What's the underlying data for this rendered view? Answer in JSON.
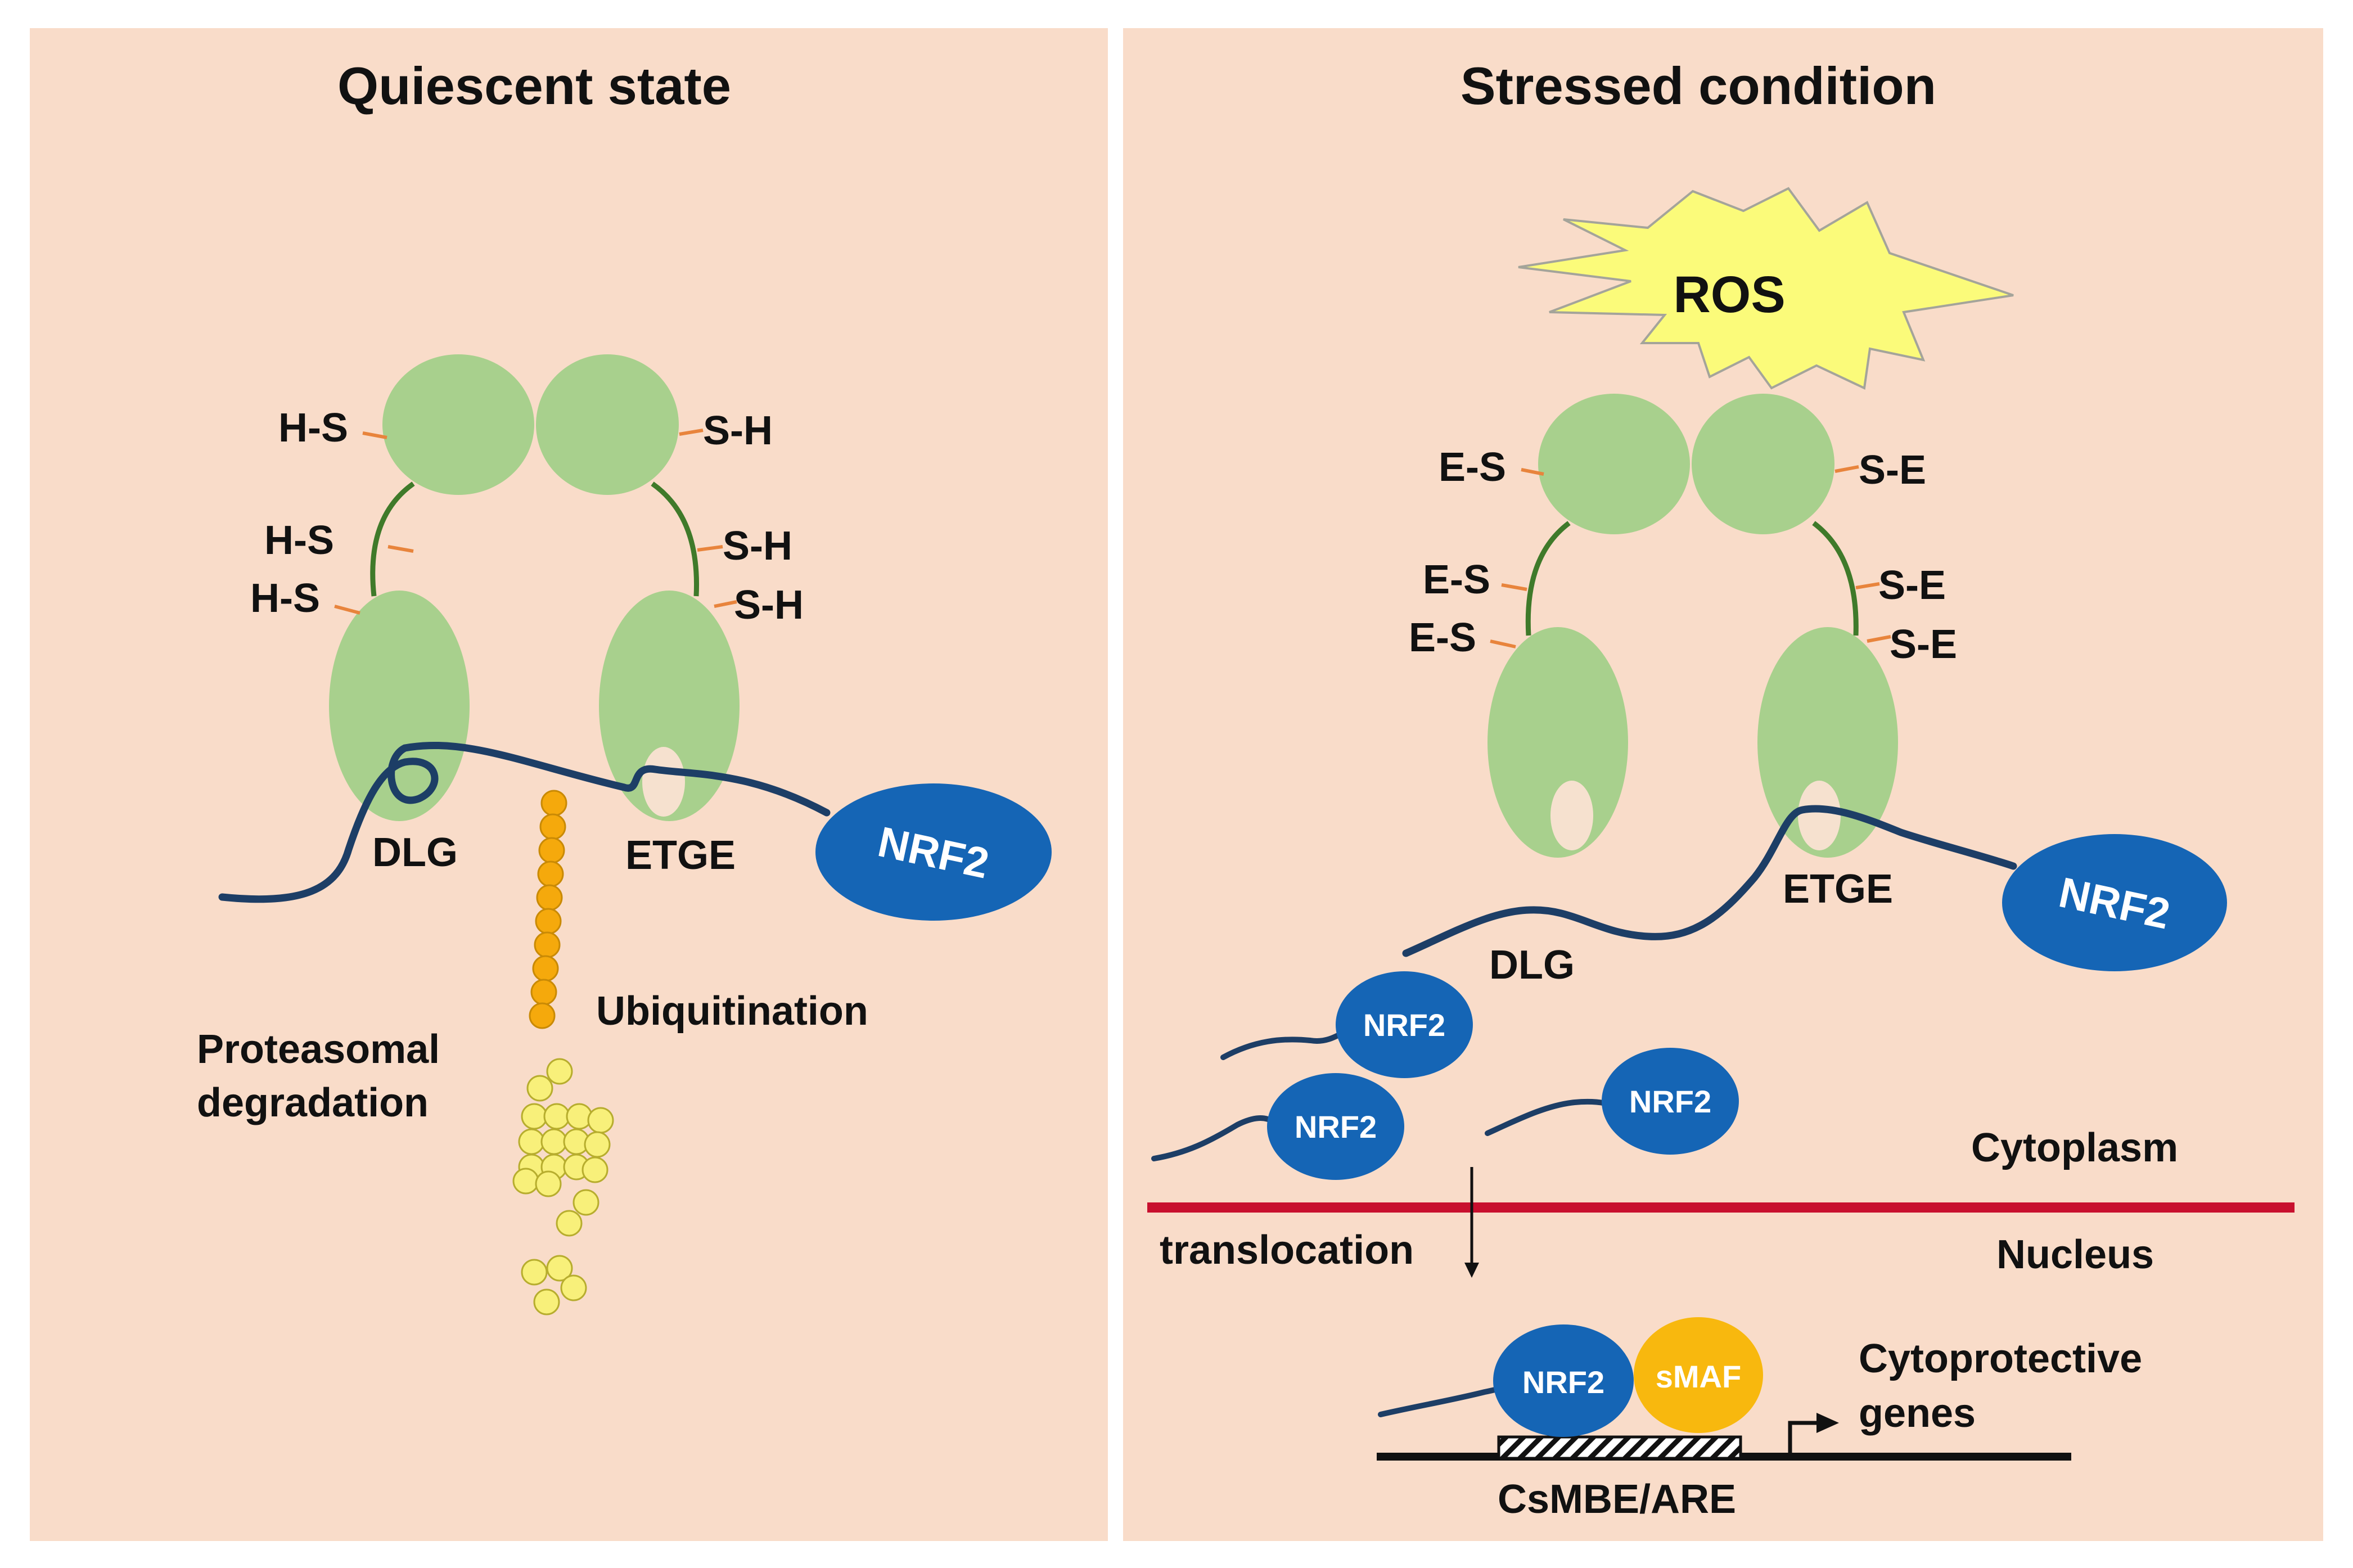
{
  "panels": {
    "quiescent": {
      "title": "Quiescent state",
      "thiols_left": [
        "H-S",
        "H-S",
        "H-S"
      ],
      "thiols_right": [
        "S-H",
        "S-H",
        "S-H"
      ],
      "motif_dlg": "DLG",
      "motif_etge": "ETGE",
      "nrf2": "NRF2",
      "ubiquitination": "Ubiquitination",
      "proteasomal_line1": "Proteasomal",
      "proteasomal_line2": "degradation"
    },
    "stressed": {
      "title": "Stressed condition",
      "ros": "ROS",
      "thiols_left": [
        "E-S",
        "E-S",
        "E-S"
      ],
      "thiols_right": [
        "S-E",
        "S-E",
        "S-E"
      ],
      "motif_dlg": "DLG",
      "motif_etge": "ETGE",
      "nrf2": "NRF2",
      "free_nrf2": [
        "NRF2",
        "NRF2",
        "NRF2"
      ],
      "cytoplasm": "Cytoplasm",
      "nucleus": "Nucleus",
      "translocation": "translocation",
      "nucleus_nrf2": "NRF2",
      "smaf": "sMAF",
      "genes_line1": "Cytoprotective",
      "genes_line2": "genes",
      "element": "CsMBE/ARE"
    }
  },
  "colors": {
    "background": "#f9dcc9",
    "keap1": "#a8d08d",
    "keap1_pocket": "#f6e1cf",
    "linker": "#3f7a2a",
    "nrf2": "#1565b5",
    "nrf2_chain": "#1d3e66",
    "ubiquitin": "#f5a90c",
    "proteasome": "#f8f07a",
    "ros": "#fbfb7a",
    "smaf": "#f8b80e",
    "membrane": "#c8102e",
    "thiol_tick": "#e8843c"
  }
}
